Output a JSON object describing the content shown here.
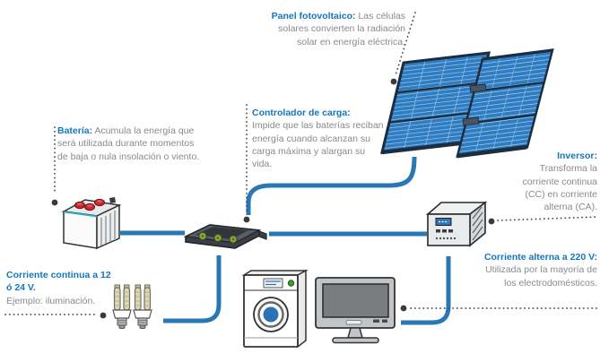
{
  "title": "Diagrama de sistema solar fotovoltaico",
  "colors": {
    "heading_blue": "#1577bb",
    "body_gray": "#8a8a8a",
    "wire_blue": "#2878b5",
    "leader_gray": "#4c4c4c",
    "panel_cell_blue": "#2e7dc2",
    "panel_frame": "#1b2d3e",
    "battery_cap_red": "#c9282f",
    "controller_port_green": "#8aa83f",
    "washer_door_blue": "#2b72b8"
  },
  "labels": {
    "panel": {
      "title": "Panel fotovoltaico:",
      "body": "Las células solares convierten la radiación solar en energía eléctrica."
    },
    "controlador": {
      "title": "Controlador de carga:",
      "body": "Impide que las baterías reciban energía cuando alcanzan su carga máxima y alargan su vida."
    },
    "bateria": {
      "title": "Batería:",
      "body": "Acumula la energía que será utilizada durante momentos de baja o nula insolación o viento."
    },
    "inversor": {
      "title": "Inversor:",
      "body": "Transforma la corriente continua (CC) en corriente alterna (CA)."
    },
    "corriente_alterna": {
      "title": "Corriente alterna a 220 V:",
      "body": "Utilizada por la mayoría de los electrodomésticos."
    },
    "corriente_continua": {
      "title": "Corriente continua a 12 ó 24 V.",
      "body": "Ejemplo: iluminación."
    }
  }
}
